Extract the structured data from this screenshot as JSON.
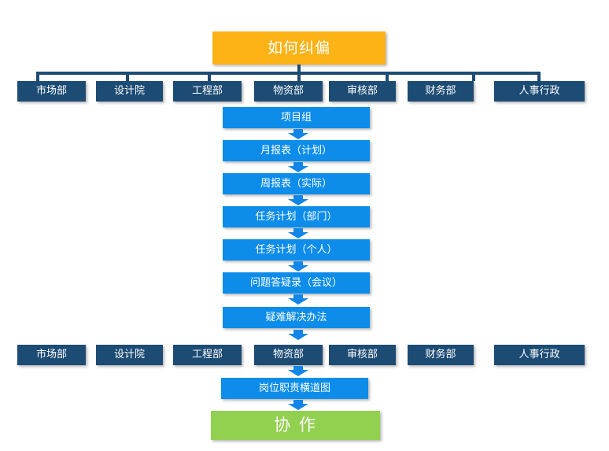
{
  "title": {
    "label": "如何纠偏"
  },
  "top_departments": [
    "市场部",
    "设计院",
    "工程部",
    "物资部",
    "审核部",
    "财务部",
    "人事行政"
  ],
  "bottom_departments": [
    "市场部",
    "设计院",
    "工程部",
    "物资部",
    "审核部",
    "财务部",
    "人事行政"
  ],
  "process_steps": [
    "项目组",
    "月报表（计划）",
    "周报表（实际）",
    "任务计划（部门）",
    "任务计划（个人）",
    "问题答疑录（会议）",
    "疑难解决办法"
  ],
  "gantt_label": "岗位职责横道图",
  "result_label": "协 作",
  "colors": {
    "title_orange": "#FDB216",
    "department_navy": "#1C4B74",
    "process_blue": "#0D8DE9",
    "result_green": "#92D050",
    "connector_navy": "#1C4B74",
    "arrow_blue": "#1286E8"
  }
}
